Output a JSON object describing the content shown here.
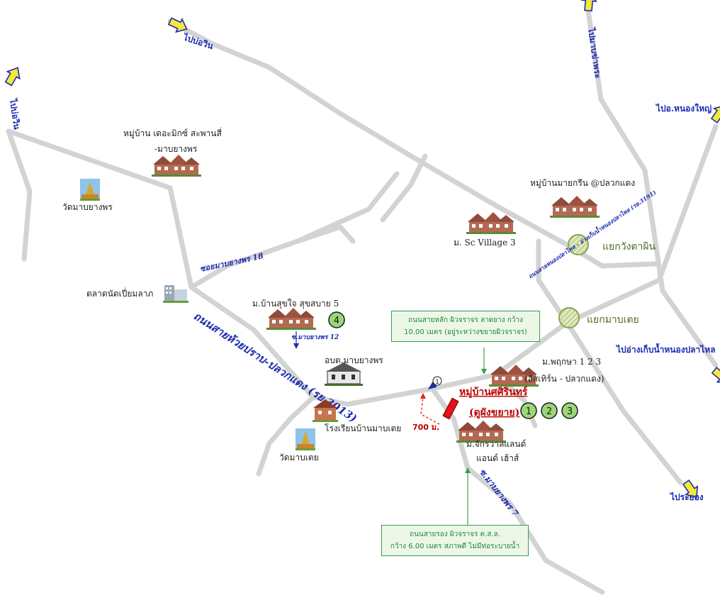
{
  "directions": {
    "dir_nw_top": "ไปบ่อวิน",
    "dir_nw_left": "ไปบ่อวิน",
    "dir_north": "ไปมาบข่าพระ",
    "dir_nongyai": "ไปอ.หนองใหญ่",
    "dir_reservoir": "ไปอ่างเก็บน้ำหนองปลาไหล",
    "dir_rayong": "ไประยอง"
  },
  "villages": {
    "the_mix_line1": "หมู่บ้าน เดอะมิกซ์ สะพานสี่",
    "the_mix_line2": "-มาบยางพร",
    "my_green": "หมู่บ้านมายกรีน @ปลวกแดง",
    "sc_village": "ม. Sc Village 3",
    "suksabai": "ม.บ้านสุขใจ สุขสบาย 5",
    "pruksa_line1": "ม.พฤกษา 1 2 3",
    "pruksa_line2": "(อีสเทิร์น - ปลวกแดง)",
    "jakrawan_line1": "ม.จักรวาลแลนด์",
    "jakrawan_line2": "แอนด์ เฮ้าส์"
  },
  "places": {
    "wat_mabyangporn": "วัดมาบยางพร",
    "market": "ตลาดนัดเปี่ยมลาภ",
    "obt": "อบต.มาบยางพร",
    "school": "โรงเรียนบ้านมาบเตย",
    "wat_mabtoei": "วัดมาบเตย"
  },
  "roads": {
    "soi18": "ซอยมาบยางพร 18",
    "main_road": "ถนนสายห้วยปราบ-ปลวกแดง (รย.3013)",
    "soi12": "ซ.มาบยางพร 12",
    "soi7": "ซ.มาบยางพร 7",
    "nongplalai_road": "ถนนสายหนองปลาไหล - อ่างเก็บน้ำหนองปลาไหล (รย.3191)"
  },
  "junctions": {
    "wangtaphin": "แยกวังตาผิน",
    "mabtoei": "แยกมาบเตย"
  },
  "project": {
    "name": "หมู่บ้านศศิรินทร์",
    "subtitle": "(ดูผังขยาย)",
    "distance": "700 ม.",
    "pin_number": "1",
    "badges": [
      "1",
      "2",
      "3"
    ],
    "badge_4": "4",
    "marker_color": "#e8101a",
    "accent_color": "#c00000"
  },
  "callouts": {
    "main_road_line1": "ถนนสายหลัก ผิวจราจร ลาดยาง กว้าง",
    "main_road_line2": "10.00 เมตร (อยู่ระหว่างขยายผิวจราจร)",
    "sub_road_line1": "ถนนสายรอง ผิวจราจร ค.ส.ล.",
    "sub_road_line2": "กว้าง 6.00 เมตร สภาพดี ไม่มีท่อระบายน้ำ"
  },
  "colors": {
    "road": "#d3d3d3",
    "direction_text": "#1c2bb0",
    "arrow_fill": "#f4e838",
    "callout_border": "#35a050",
    "junction_text": "#4c6e25"
  }
}
